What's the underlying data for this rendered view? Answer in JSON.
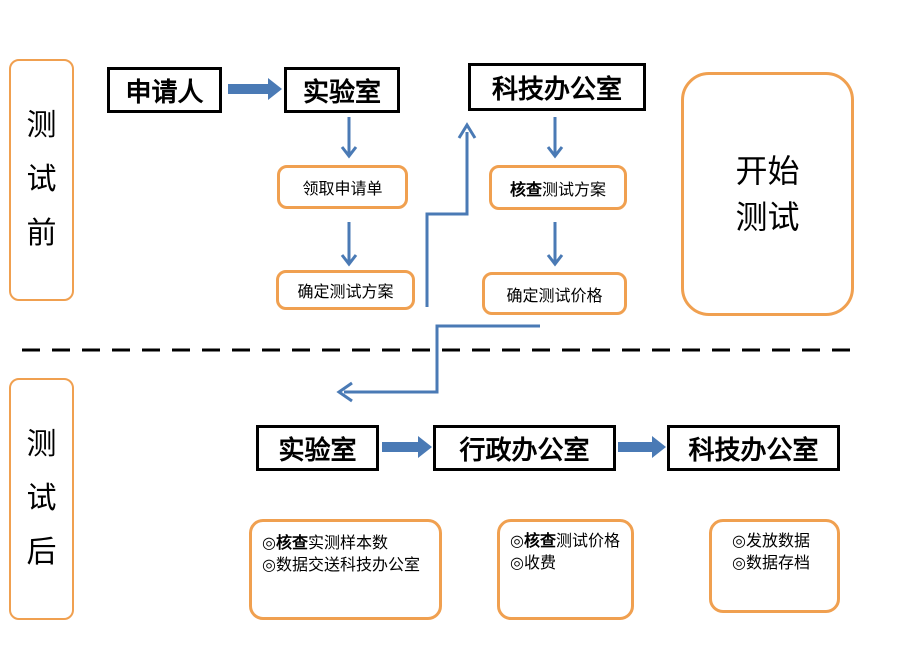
{
  "before": {
    "side_label": [
      "测",
      "试",
      "前"
    ],
    "applicant": "申请人",
    "lab": "实验室",
    "tech_office": "科技办公室",
    "get_form": "领取申请单",
    "confirm_plan": "确定测试方案",
    "check_bold": "核查",
    "check_rest": "测试方案",
    "confirm_price": "确定测试价格",
    "start_line1": "开始",
    "start_line2": "测试"
  },
  "after": {
    "side_label": [
      "测",
      "试",
      "后"
    ],
    "lab": "实验室",
    "admin_office": "行政办公室",
    "tech_office": "科技办公室",
    "lab_notes": {
      "bullet": "◎",
      "item1_bold": "核查",
      "item1_rest": "实测样本数",
      "item2": "数据交送科技办公室"
    },
    "admin_notes": {
      "bullet": "◎",
      "item1_bold": "核查",
      "item1_rest": "测试价格",
      "item2": "收费"
    },
    "tech_notes": {
      "bullet": "◎",
      "item1": "发放数据",
      "item2": "数据存档"
    }
  },
  "colors": {
    "arrow": "#4a7ab5",
    "orange_border": "#f0a050"
  }
}
